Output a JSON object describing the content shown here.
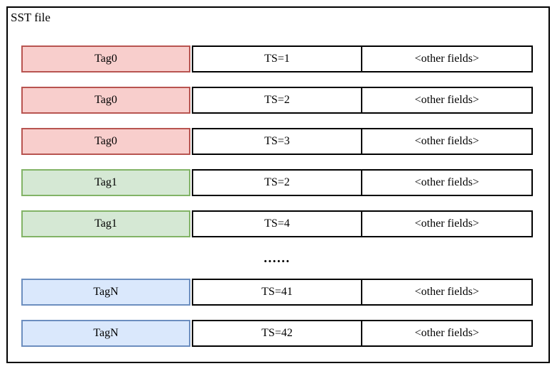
{
  "diagram": {
    "title": "SST file",
    "ellipsis": "......",
    "colors": {
      "tag0_fill": "#f8cecc",
      "tag0_border": "#b85450",
      "tag1_fill": "#d5e8d4",
      "tag1_border": "#82b366",
      "tagN_fill": "#dae8fc",
      "tagN_border": "#6c8ebf",
      "outer_border": "#000000",
      "cell_border": "#000000",
      "background": "#ffffff"
    },
    "rows": [
      {
        "tag": "Tag0",
        "ts": "TS=1",
        "other": "<other fields>",
        "color": "pink"
      },
      {
        "tag": "Tag0",
        "ts": "TS=2",
        "other": "<other fields>",
        "color": "pink"
      },
      {
        "tag": "Tag0",
        "ts": "TS=3",
        "other": "<other fields>",
        "color": "pink"
      },
      {
        "tag": "Tag1",
        "ts": "TS=2",
        "other": "<other fields>",
        "color": "green"
      },
      {
        "tag": "Tag1",
        "ts": "TS=4",
        "other": "<other fields>",
        "color": "green"
      },
      {
        "tag": "TagN",
        "ts": "TS=41",
        "other": "<other fields>",
        "color": "blue"
      },
      {
        "tag": "TagN",
        "ts": "TS=42",
        "other": "<other fields>",
        "color": "blue"
      }
    ],
    "ellipsis_after_row_index": 4
  }
}
